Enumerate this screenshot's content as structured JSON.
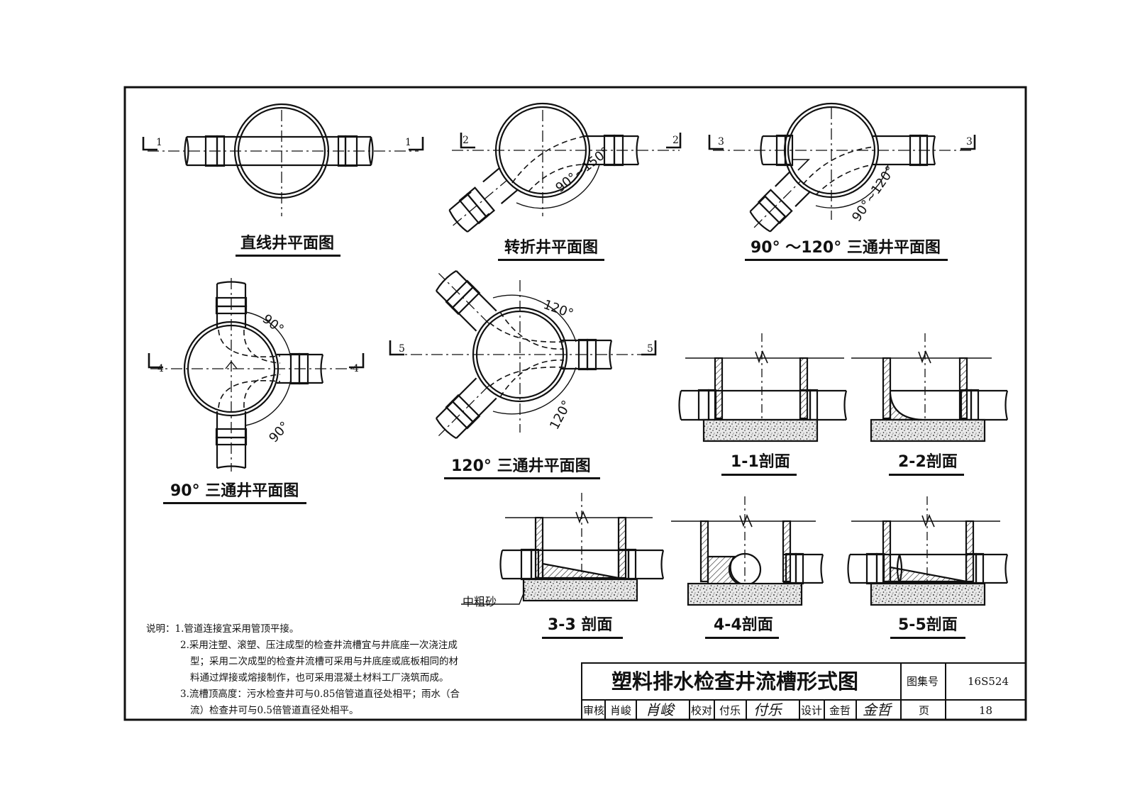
{
  "drawing": {
    "plan_views": [
      {
        "id": "straight",
        "title": "直线井平面图",
        "section_mark": "1"
      },
      {
        "id": "bend",
        "title": "转折井平面图",
        "section_mark": "2",
        "angle": "90°~150°"
      },
      {
        "id": "tee_90_120",
        "title": "90° ～120° 三通井平面图",
        "section_mark": "3",
        "angle": "90°~120°"
      },
      {
        "id": "tee_90",
        "title": "90° 三通井平面图",
        "section_mark": "4",
        "angles": [
          "90°",
          "90°"
        ]
      },
      {
        "id": "tee_120",
        "title": "120° 三通井平面图",
        "section_mark": "5",
        "angles": [
          "120°",
          "120°"
        ]
      }
    ],
    "sections": [
      {
        "id": "s1",
        "title": "1-1剖面"
      },
      {
        "id": "s2",
        "title": "2-2剖面"
      },
      {
        "id": "s3",
        "title": "3-3 剖面"
      },
      {
        "id": "s4",
        "title": "4-4剖面"
      },
      {
        "id": "s5",
        "title": "5-5剖面"
      }
    ],
    "material_label": "中粗砂"
  },
  "notes": {
    "lines": [
      "说明：1.管道连接宜采用管顶平接。",
      "2.采用注塑、滚塑、压注成型的检查井流槽宜与井底座一次浇注成",
      "型；采用二次成型的检查井流槽可采用与井底座或底板相同的材",
      "料通过焊接或熔接制作，也可采用混凝土材料工厂浇筑而成。",
      "3.流槽顶高度：污水检查井可与0.85倍管道直径处相平；雨水（合",
      "流）检查井可与0.5倍管道直径处相平。"
    ]
  },
  "title_block": {
    "title": "塑料排水检查井流槽形式图",
    "atlas_label": "图集号",
    "atlas_no": "16S524",
    "page_label": "页",
    "page_no": "18",
    "review_label": "审核",
    "reviewer": "肖峻",
    "reviewer_sign": "肖峻",
    "check_label": "校对",
    "checker": "付乐",
    "checker_sign": "付乐",
    "design_label": "设计",
    "designer": "金哲",
    "designer_sign": "金哲"
  }
}
